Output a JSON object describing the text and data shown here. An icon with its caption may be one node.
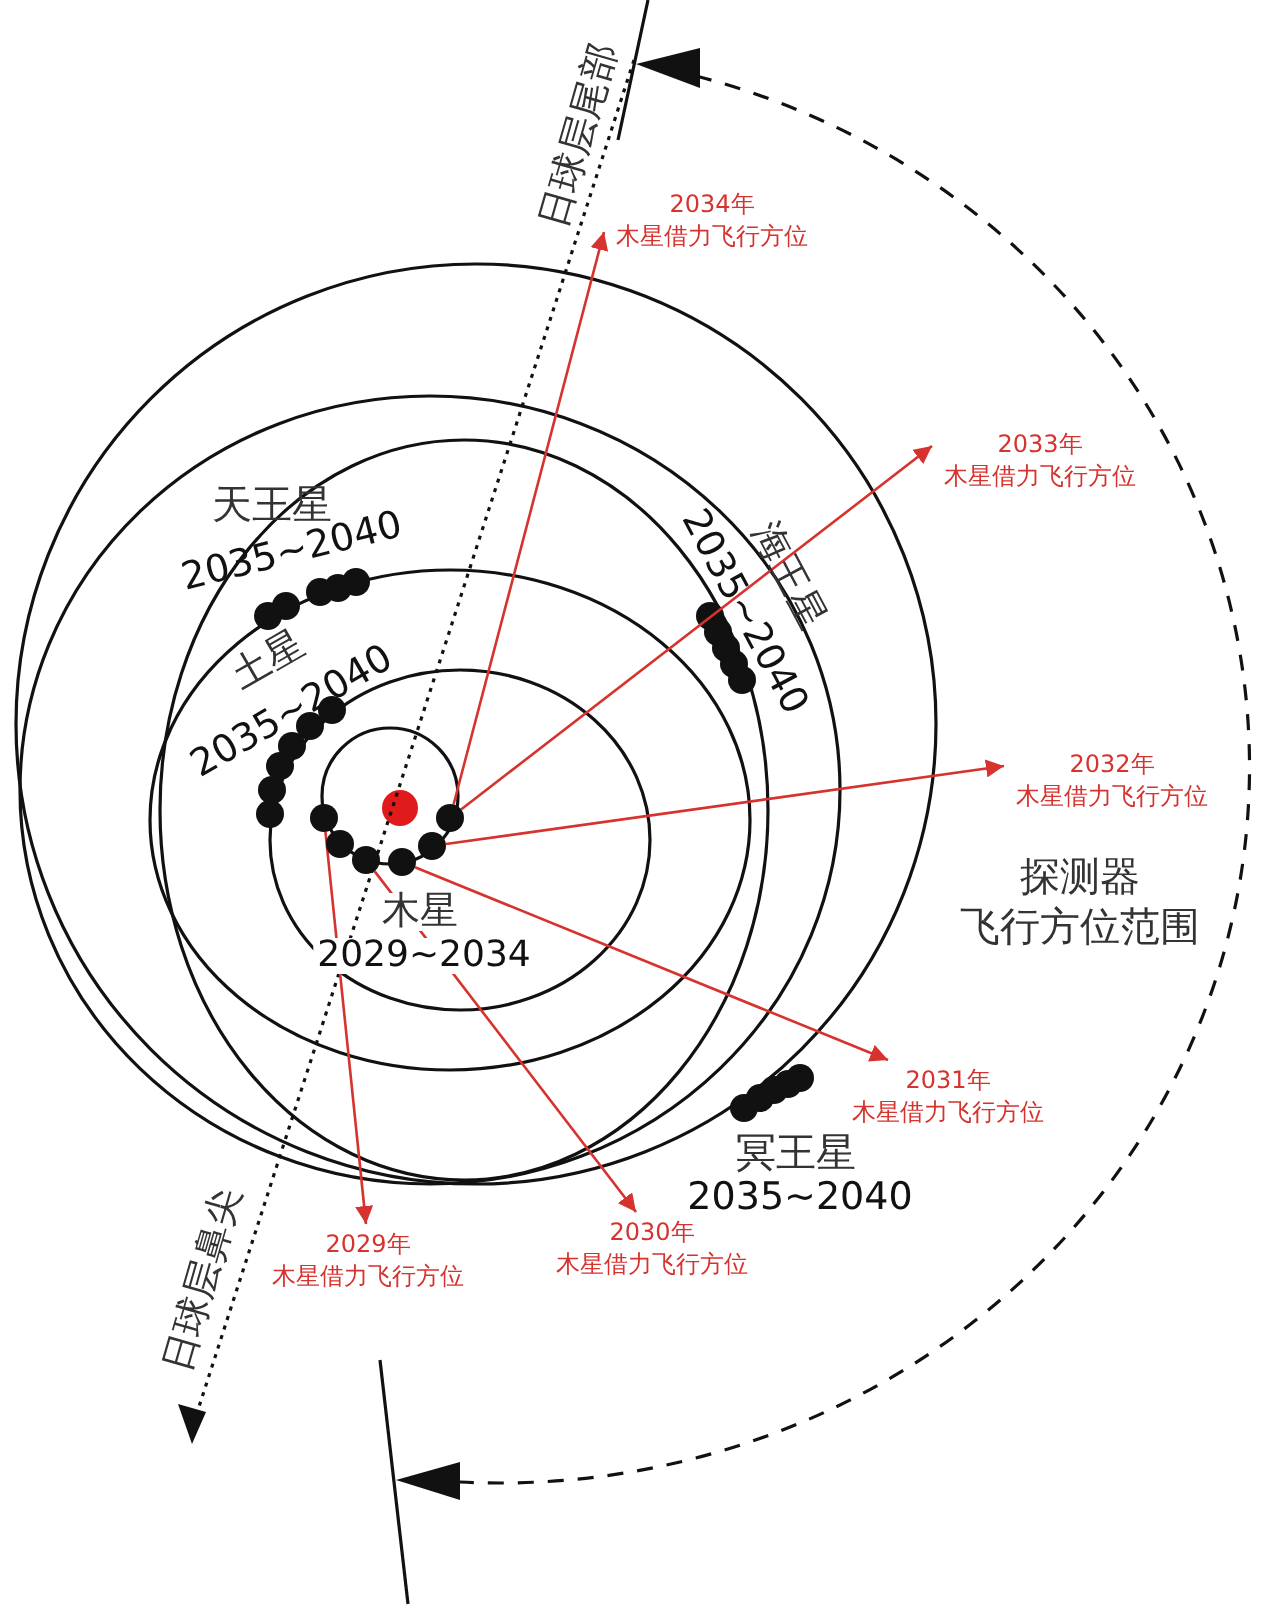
{
  "diagram": {
    "nodes": [
      {
        "text": [
          "2034年",
          "木星借力飞行方位"
        ]
      },
      {
        "text": [
          "2033年",
          "木星借力飞行方位"
        ]
      },
      {
        "text": [
          "2032年",
          "木星借力飞行方位"
        ]
      },
      {
        "text": [],
        "shape": "circle"
      },
      {
        "text": [],
        "shape": "circle"
      },
      {
        "text": [],
        "shape": "circle"
      },
      {
        "text": [],
        "shape": "circle"
      },
      {
        "text": [],
        "shape": "circle"
      },
      {
        "text": [],
        "shape": "circle"
      },
      {
        "text": [
          "2031年",
          "木星借力飞行方位"
        ]
      },
      {
        "text": [
          "2030年",
          "木星借力飞行方位"
        ]
      },
      {
        "text": [
          "2029年",
          "木星借力飞行方位"
        ]
      }
    ],
    "edges": [
      {
        "from": 8,
        "to": 0,
        "arrow": "to"
      },
      {
        "from": 8,
        "to": 1,
        "arrow": "to"
      },
      {
        "from": 7,
        "to": 2,
        "arrow": "to"
      },
      {
        "from": 6,
        "to": 9,
        "arrow": "to"
      },
      {
        "from": 5,
        "to": 10,
        "arrow": "to"
      },
      {
        "from": 3,
        "to": 11,
        "arrow": "to"
      }
    ],
    "labels": [
      "日球层尾部",
      "天王星",
      "2035~2040",
      "海王星",
      "2035~2040",
      "土星",
      "2035~2040",
      "木星",
      "2029~2034",
      "探测器",
      "飞行方位范围",
      "冥王星",
      "2035~2040",
      "日球层鼻尖"
    ]
  }
}
